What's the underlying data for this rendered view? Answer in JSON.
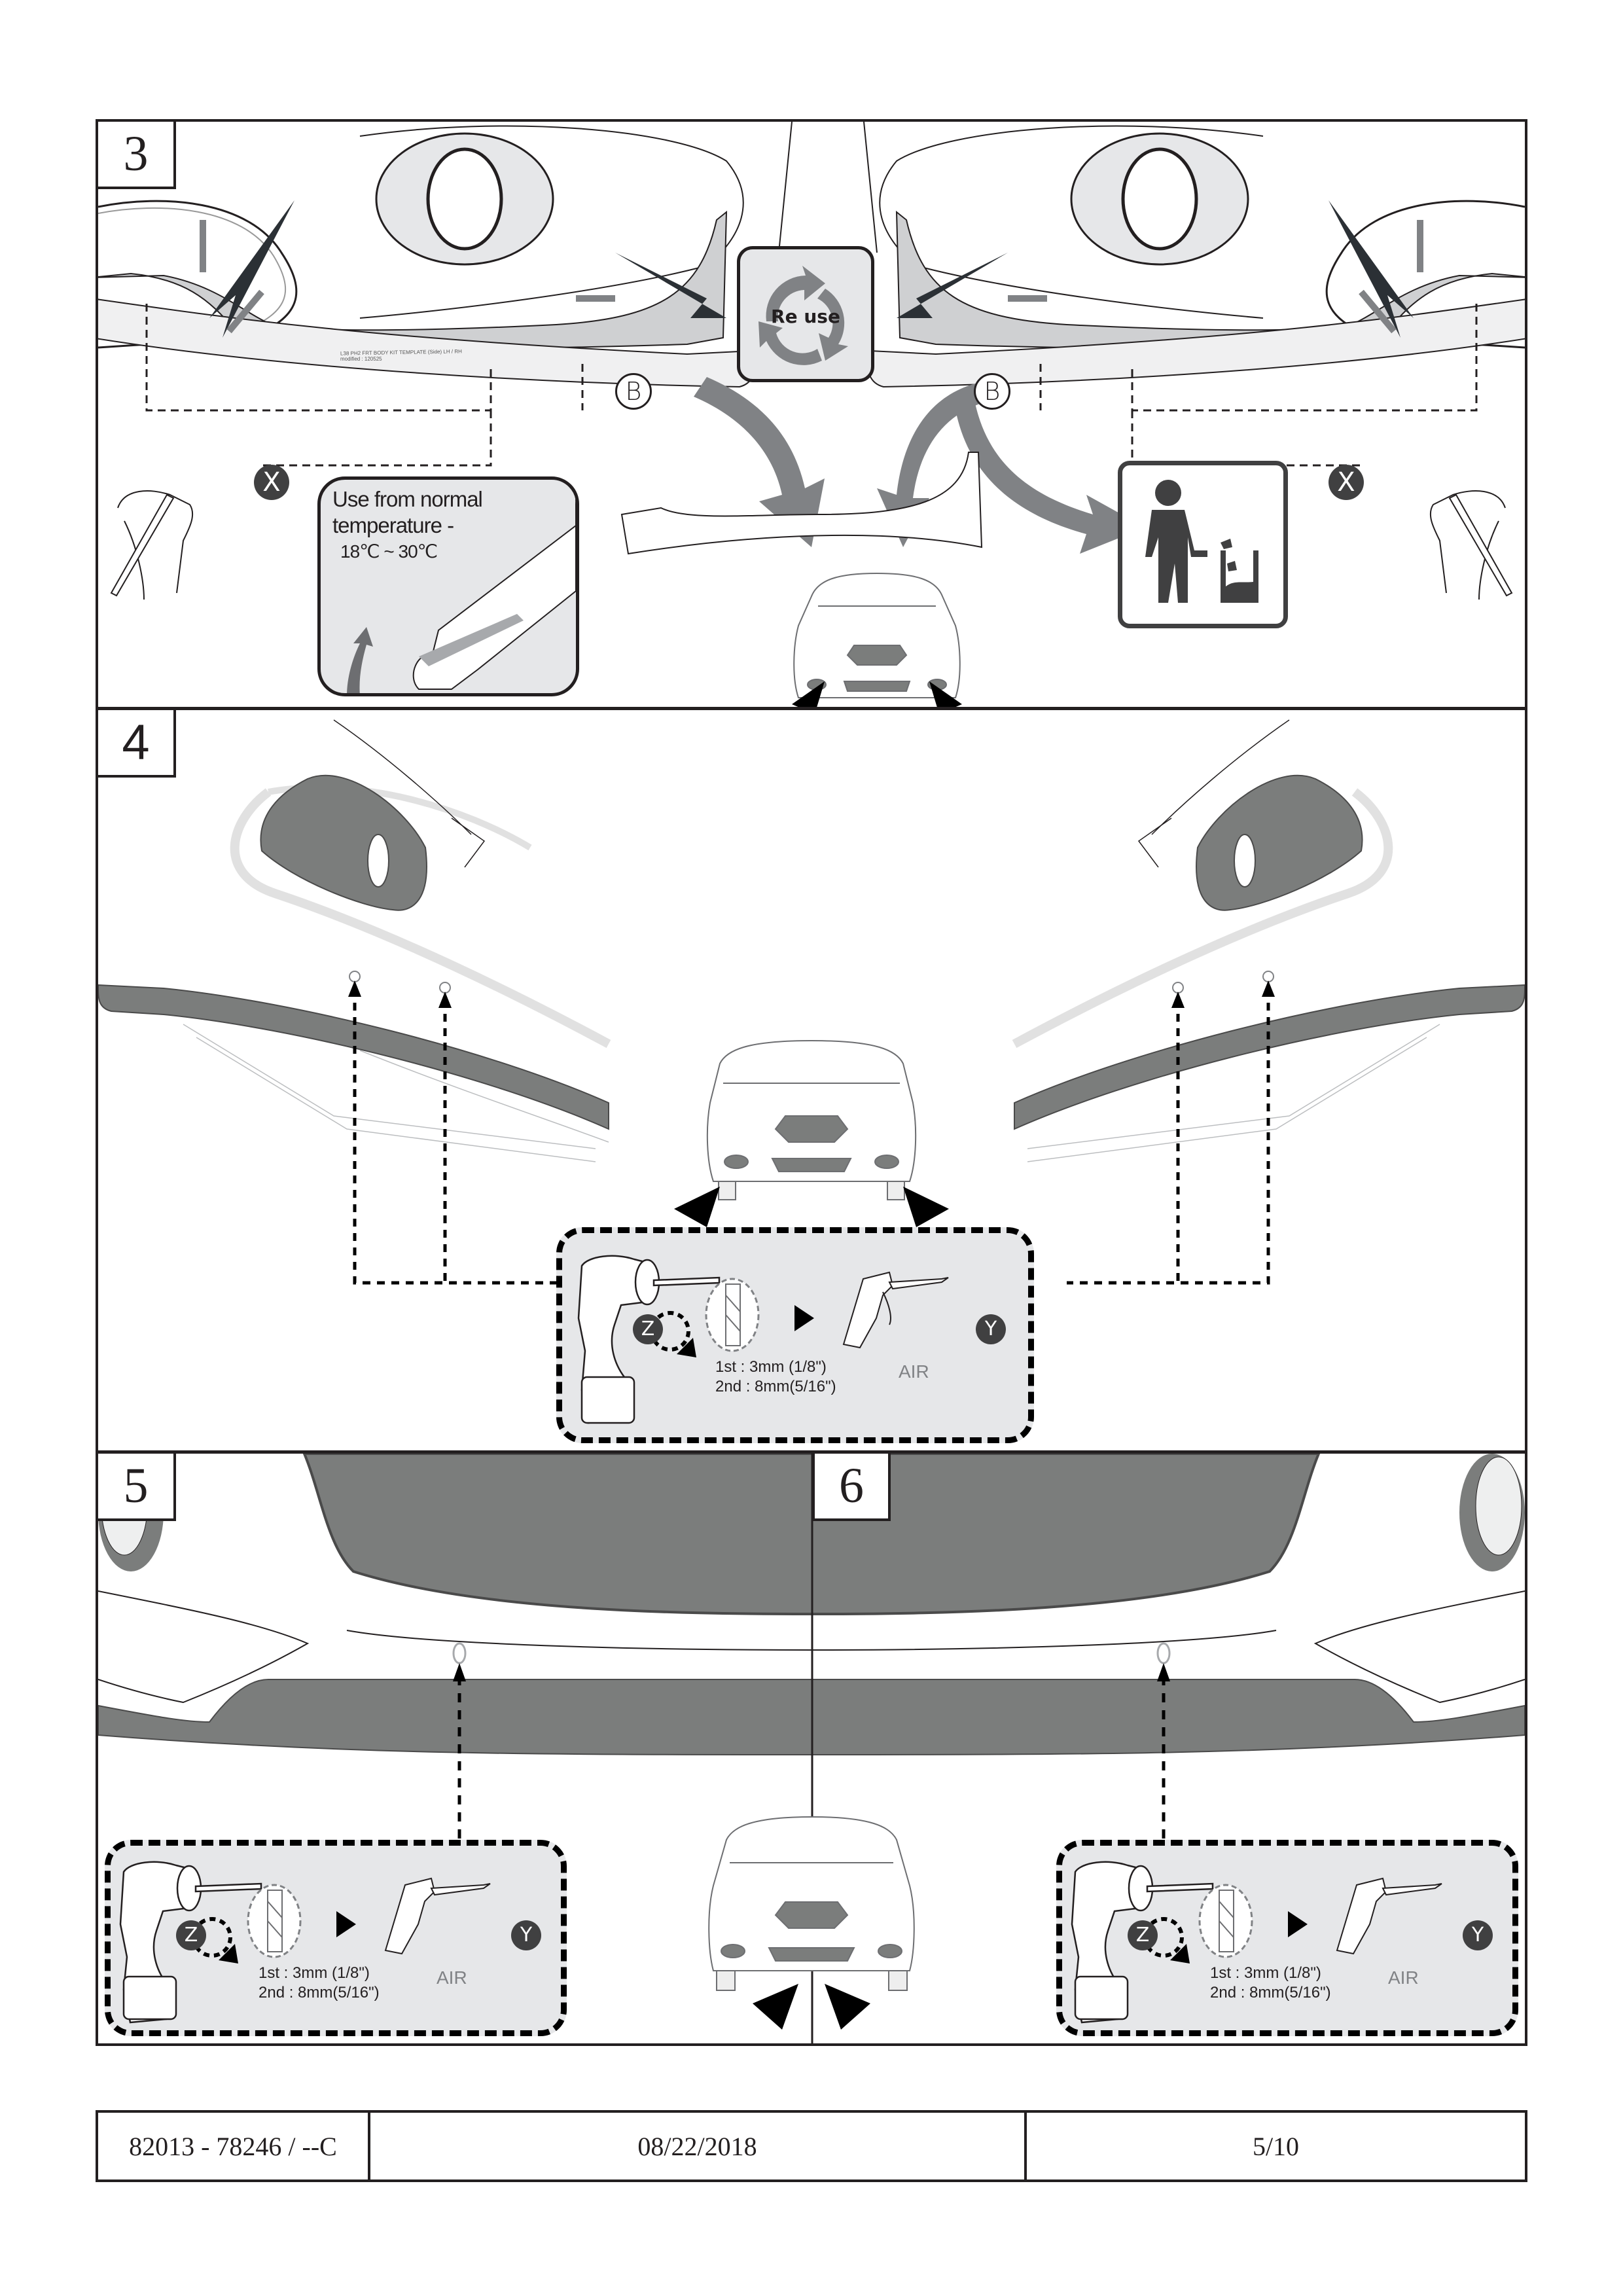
{
  "document": {
    "type": "installation instruction sheet",
    "colors": {
      "line": "#231f20",
      "panel_fill": "#e6e7e9",
      "part_gray": "#7b7d7c",
      "arrow_gray": "#808285",
      "arrow_dark": "#2b3035",
      "badge": "#404041",
      "template_fill": "#cfd0d2"
    }
  },
  "steps": [
    {
      "number": "3",
      "reuse_label": "Re use",
      "marker_label": "B",
      "template_label": "L38 PH2 FRT BODY KIT TEMPLATE (Side) LH / RH",
      "template_sublabel": "modified : 120525",
      "warning": {
        "line1": "Use from normal",
        "line2": "temperature -",
        "line3": "18℃ ~ 30℃"
      },
      "mark_badge": "X",
      "icons": [
        "reuse-icon",
        "dispose-trash-icon",
        "pen-marking-hand-icon",
        "peel-tape-hand-icon",
        "car-front-icon"
      ]
    },
    {
      "number": "4",
      "tool_instructions": {
        "drill_badge": "Z",
        "air_badge": "Y",
        "drill_first": "1st : 3mm (1/8\")",
        "drill_second": "2nd : 8mm(5/16\")",
        "air_label": "AIR"
      }
    },
    {
      "number": "5",
      "tool_instructions": {
        "drill_badge": "Z",
        "air_badge": "Y",
        "drill_first": "1st : 3mm (1/8\")",
        "drill_second": "2nd : 8mm(5/16\")",
        "air_label": "AIR"
      }
    },
    {
      "number": "6",
      "tool_instructions": {
        "drill_badge": "Z",
        "air_badge": "Y",
        "drill_first": "1st : 3mm (1/8\")",
        "drill_second": "2nd : 8mm(5/16\")",
        "air_label": "AIR"
      }
    }
  ],
  "footer": {
    "part_number": "82013 - 78246 / --C",
    "date": "08/22/2018",
    "page": "5/10"
  }
}
